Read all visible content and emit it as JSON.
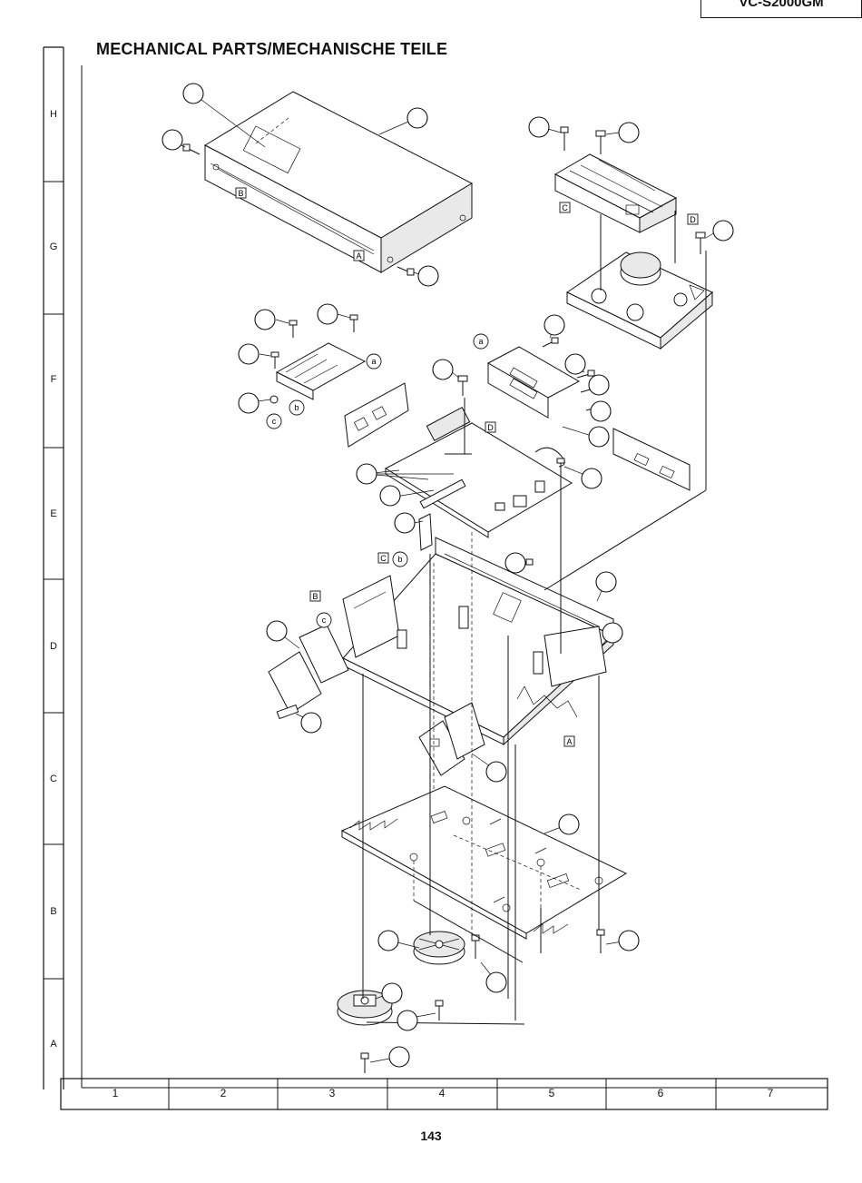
{
  "header": {
    "model_code": "VC-S2000GM",
    "title": "MECHANICAL PARTS/MECHANISCHE TEILE"
  },
  "grid": {
    "rows": [
      "H",
      "G",
      "F",
      "E",
      "D",
      "C",
      "B",
      "A"
    ],
    "columns": [
      "1",
      "2",
      "3",
      "4",
      "5",
      "6",
      "7"
    ]
  },
  "reference_tags": {
    "boxed": [
      "B",
      "A",
      "C",
      "D",
      "D",
      "C",
      "B",
      "A"
    ],
    "circled": [
      "a",
      "a",
      "b",
      "c",
      "b",
      "c"
    ]
  },
  "footer": {
    "page_number": "143"
  }
}
